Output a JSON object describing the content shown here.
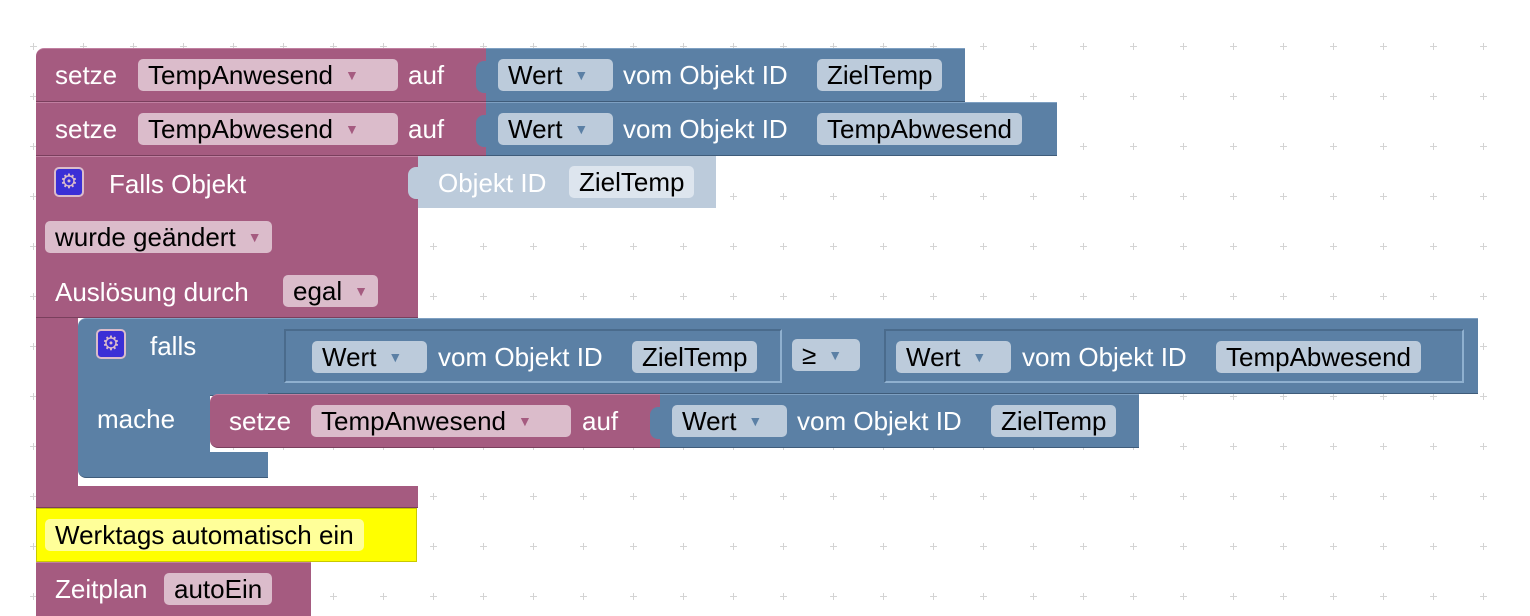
{
  "colors": {
    "logic_purple": "#a55b80",
    "value_blue": "#5b80a5",
    "comment_yellow": "#ffff00",
    "gear_blue": "#3b2fd6"
  },
  "blocks": {
    "set1": {
      "keyword": "setze",
      "variable": "TempAnwesend",
      "to": "auf",
      "value": {
        "mode": "Wert",
        "label": "vom Objekt ID",
        "object_id": "ZielTemp"
      }
    },
    "set2": {
      "keyword": "setze",
      "variable": "TempAbwesend",
      "to": "auf",
      "value": {
        "mode": "Wert",
        "label": "vom Objekt ID",
        "object_id": "TempAbwesend"
      }
    },
    "trigger": {
      "icon": "gear-icon",
      "title": "Falls Objekt",
      "object_label": "Objekt ID",
      "object_id": "ZielTemp",
      "condition": "wurde geändert",
      "trigger_by_label": "Auslösung durch",
      "trigger_by": "egal"
    },
    "if_block": {
      "icon": "gear-icon",
      "if_label": "falls",
      "do_label": "mache",
      "left": {
        "mode": "Wert",
        "label": "vom Objekt ID",
        "object_id": "ZielTemp"
      },
      "operator": "≥",
      "right": {
        "mode": "Wert",
        "label": "vom Objekt ID",
        "object_id": "TempAbwesend"
      },
      "inner_set": {
        "keyword": "setze",
        "variable": "TempAnwesend",
        "to": "auf",
        "value": {
          "mode": "Wert",
          "label": "vom Objekt ID",
          "object_id": "ZielTemp"
        }
      }
    },
    "comment": {
      "text": "Werktags automatisch ein"
    },
    "schedule": {
      "label": "Zeitplan",
      "name": "autoEin"
    }
  }
}
